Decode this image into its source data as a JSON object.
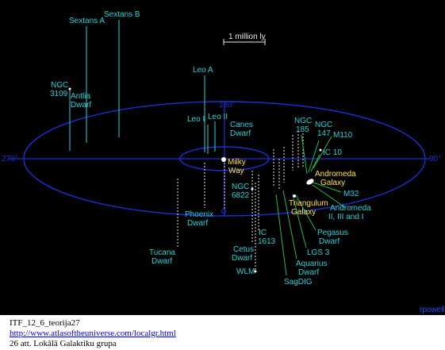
{
  "colors": {
    "background": "#000000",
    "ellipse": "#1a2fd0",
    "cyan_label": "#26d0d6",
    "yellow_label": "#ffe033",
    "green_line": "#25b84a",
    "white_line": "#e8e8e8",
    "copyright": "#2b4cff"
  },
  "scale_bar": {
    "label": "1 million ly"
  },
  "axis": {
    "left": "270°",
    "right": "90°",
    "top": "180°"
  },
  "galaxies": {
    "sextans_a": "Sextans A",
    "sextans_b": "Sextans B",
    "ngc3109": [
      "NGC",
      "3109"
    ],
    "antlia": [
      "Antlia",
      "Dwarf"
    ],
    "leo_a": "Leo A",
    "leo_i": "Leo I",
    "leo_ii": "Leo II",
    "canes": [
      "Canes",
      "Dwarf"
    ],
    "milky_way": [
      "Milky",
      "Way"
    ],
    "ngc6822": [
      "NGC",
      "6822"
    ],
    "phoenix": [
      "Phoenix",
      "Dwarf"
    ],
    "tucana": [
      "Tucana",
      "Dwarf"
    ],
    "cetus": [
      "Cetus",
      "Dwarf"
    ],
    "ic1613": [
      "IC",
      "1613"
    ],
    "wlm": "WLM",
    "ngc185": [
      "NGC",
      "185"
    ],
    "ngc147": [
      "NGC",
      "147"
    ],
    "m110": "M110",
    "ic10": "IC 10",
    "andromeda": [
      "Andromeda",
      "Galaxy"
    ],
    "m32": "M32",
    "andromeda_sats": [
      "Andromeda",
      "II, III and I"
    ],
    "triangulum": [
      "Triangulum",
      "Galaxy"
    ],
    "pegasus": [
      "Pegasus",
      "Dwarf"
    ],
    "lgs3": "LGS 3",
    "aquarius": [
      "Aquarius",
      "Dwarf"
    ],
    "sagdig": "SagDIG"
  },
  "copyright": "rpowell",
  "caption": {
    "line1": "ITF_12_6_teorija27",
    "link": "http://www.atlasoftheuniverse.com/localgr.html",
    "line3": "26 att. Lokālā Galaktiku grupa"
  }
}
